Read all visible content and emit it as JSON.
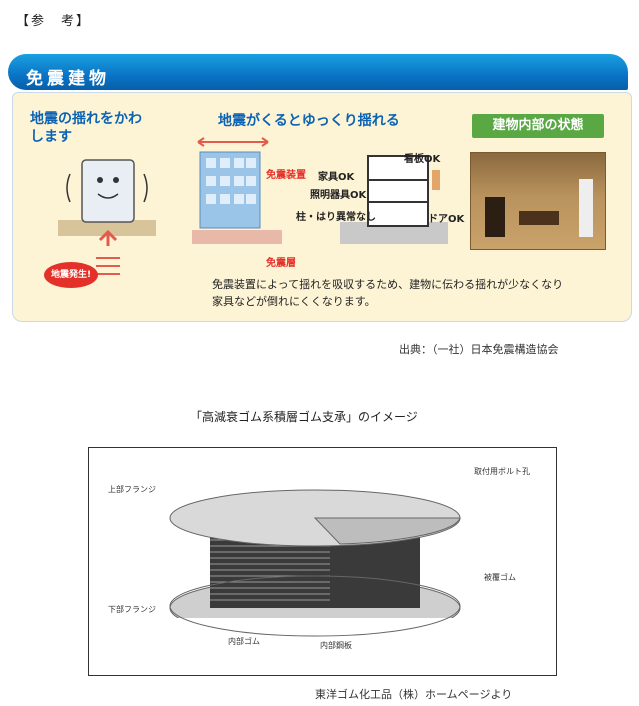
{
  "header_label": "【参　考】",
  "banner_title": "免震建物",
  "left_heading": "地震の揺れをかわします",
  "mid_heading": "地震がくるとゆっくり揺れる",
  "right_badge": "建物内部の状態",
  "labels": {
    "isolation_device": "免震装置",
    "isolation_layer": "免震層",
    "furniture_ok": "家具OK",
    "lighting_ok": "照明器具OK",
    "sign_ok": "看板OK",
    "column_ok": "柱・はり異常なし",
    "door_ok": "ドアOK",
    "earthquake_badge": "地震発生!"
  },
  "description_line1": "免震装置によって揺れを吸収するため、建物に伝わる揺れが少なくなり",
  "description_line2": "家具などが倒れにくくなります。",
  "source1": "出典：（一社）日本免震構造協会",
  "title2": "「高減衰ゴム系積層ゴム支承」のイメージ",
  "diagram_labels": {
    "upper_flange": "上部フランジ",
    "bolt_hole": "取付用ボルト孔",
    "cover_rubber": "被覆ゴム",
    "lower_flange": "下部フランジ",
    "inner_rubber": "内部ゴム",
    "inner_steel": "内部鋼板"
  },
  "source2": "東洋ゴム化工品（株）ホームページより"
}
